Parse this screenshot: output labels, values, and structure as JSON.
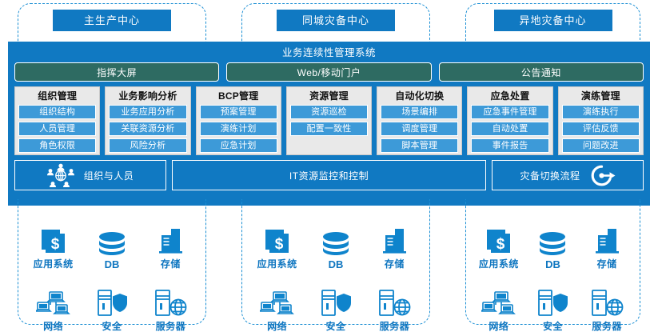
{
  "zones": [
    {
      "name": "主生产中心"
    },
    {
      "name": "同城灾备中心"
    },
    {
      "name": "异地灾备中心"
    }
  ],
  "platform": {
    "title": "业务连续性管理系统",
    "portals": [
      {
        "label": "指挥大屏"
      },
      {
        "label": "Web/移动门户"
      },
      {
        "label": "公告通知"
      }
    ],
    "modules": [
      {
        "title": "组织管理",
        "items": [
          "组织结构",
          "人员管理",
          "角色权限"
        ]
      },
      {
        "title": "业务影响分析",
        "items": [
          "业务应用分析",
          "关联资源分析",
          "风险分析"
        ]
      },
      {
        "title": "BCP管理",
        "items": [
          "预案管理",
          "演练计划",
          "应急计划"
        ]
      },
      {
        "title": "资源管理",
        "items": [
          "资源巡检",
          "配置一致性"
        ]
      },
      {
        "title": "自动化切换",
        "items": [
          "场景编排",
          "调度管理",
          "脚本管理"
        ]
      },
      {
        "title": "应急处置",
        "items": [
          "应急事件管理",
          "自动处置",
          "事件报告"
        ]
      },
      {
        "title": "演练管理",
        "items": [
          "演练执行",
          "评估反馈",
          "问题改进"
        ]
      }
    ],
    "bands": [
      {
        "label": "组织与人员",
        "icon": "people-network-icon"
      },
      {
        "label": "IT资源监控和控制",
        "icon": "none"
      },
      {
        "label": "灾备切换流程",
        "icon": "switch-target-icon"
      }
    ]
  },
  "infrastructure": {
    "items": [
      {
        "label": "应用系统",
        "icon": "application-document-icon"
      },
      {
        "label": "DB",
        "icon": "database-icon"
      },
      {
        "label": "存储",
        "icon": "storage-building-icon"
      },
      {
        "label": "网络",
        "icon": "network-computers-icon"
      },
      {
        "label": "安全",
        "icon": "server-shield-icon"
      },
      {
        "label": "服务器",
        "icon": "server-globe-icon"
      }
    ]
  },
  "colors": {
    "platform_blue": "#1079c2",
    "portal_teal": "#2e6b62",
    "module_card_gray": "#e9e9e9",
    "module_item_blue": "#3d9ad8",
    "dashed_border_blue": "#1b8fd4",
    "icon_blue": "#0f84cc",
    "label_blue": "#0f76c0"
  }
}
